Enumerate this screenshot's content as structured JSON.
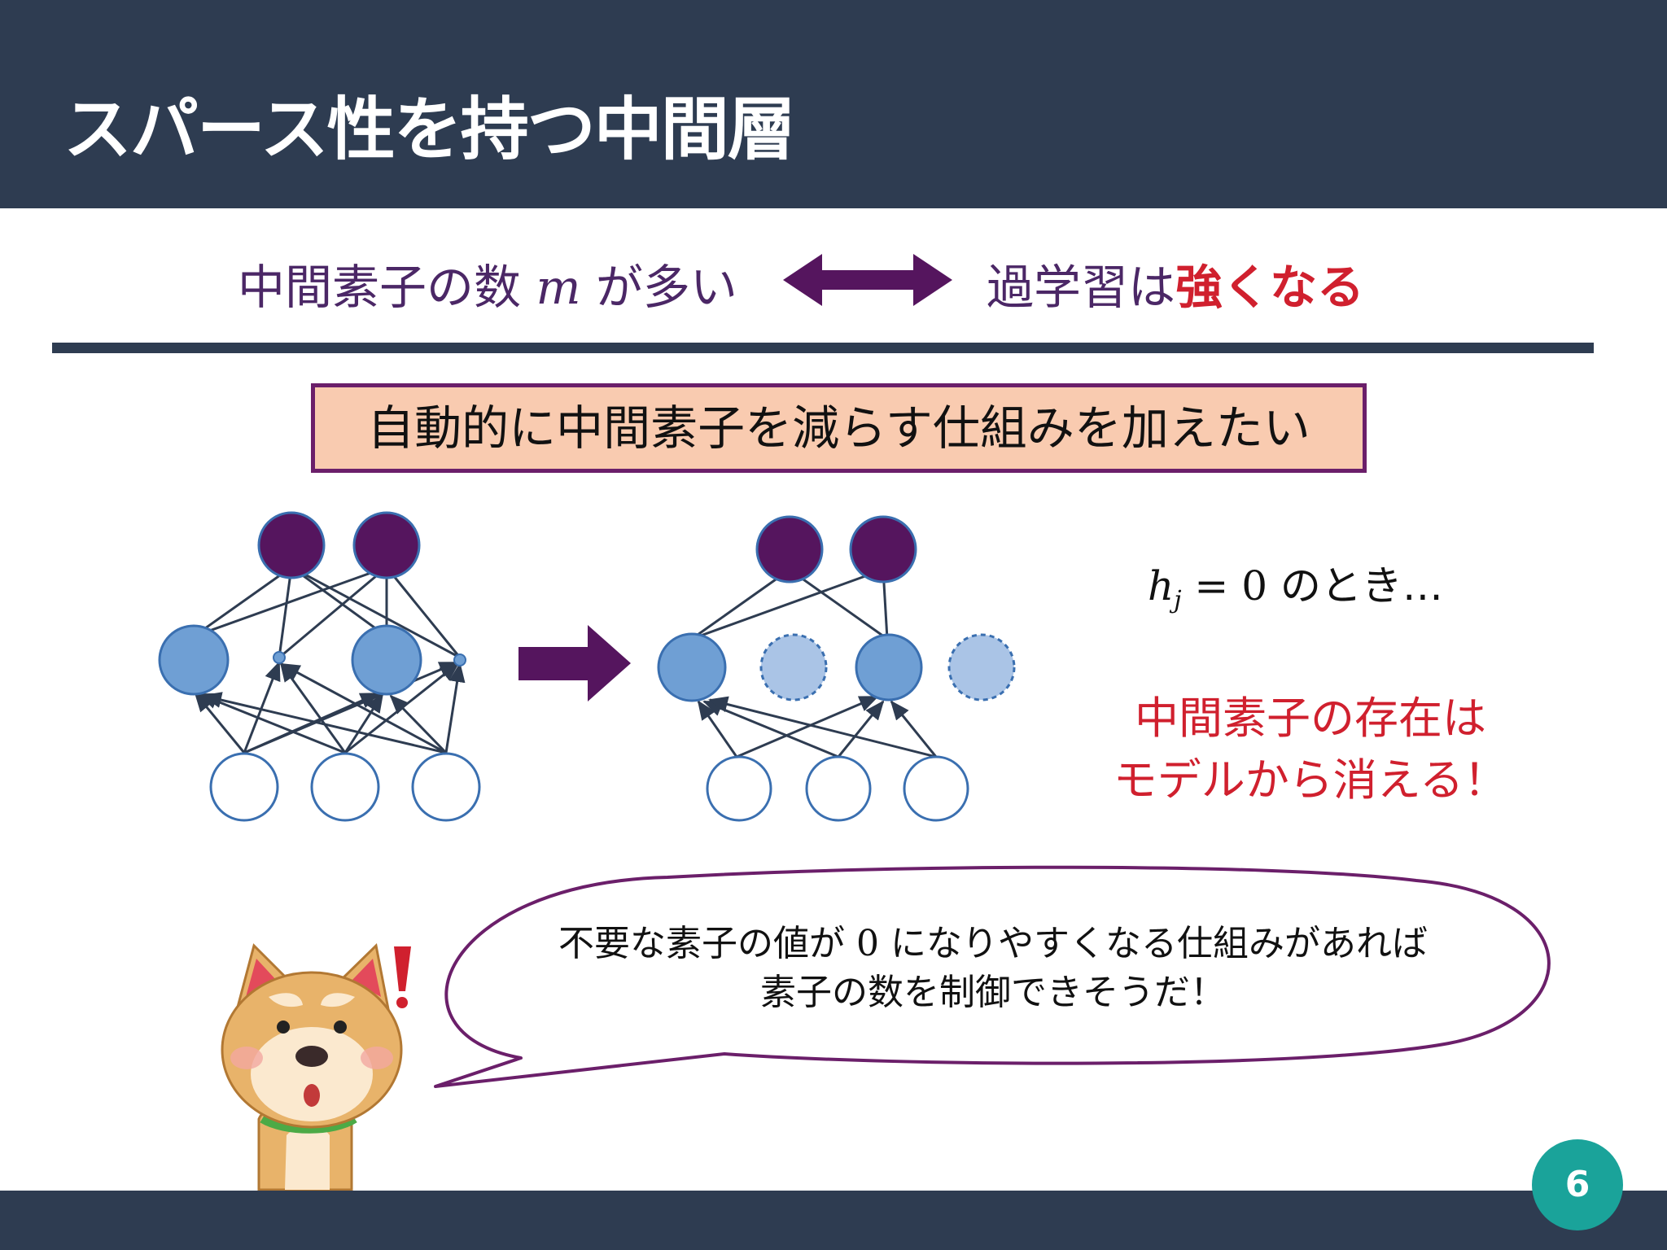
{
  "title": "スパース性を持つ中間層",
  "page_number": "6",
  "colors": {
    "header_bg": "#2e3c51",
    "purple": "#4b2766",
    "red": "#d0202e",
    "box_fill": "#f9cbb0",
    "hidden_node": "#6f9fd4",
    "output_node": "#55155e"
  },
  "relation": {
    "left_prefix": "中間素子の数 ",
    "left_var": "m",
    "left_suffix": " が多い",
    "arrow_icon": "double-headed-arrow",
    "right_prefix": "過学習は",
    "right_emphasis": "強くなる"
  },
  "goal": "自動的に中間素子を減らす仕組みを加えたい",
  "condition": {
    "var": "h",
    "sub": "j",
    "eq": " = 0",
    "suffix": " のとき…"
  },
  "result": {
    "line1": "中間素子の存在は",
    "line2": "モデルから消える！"
  },
  "speech": {
    "line1_prefix": "不要な素子の値が ",
    "line1_zero": "0",
    "line1_suffix": " になりやすくなる仕組みがあれば",
    "line2": "素子の数を制御できそうだ！"
  },
  "illustration": {
    "character": "shiba-dog-surprised",
    "exclamation_icon": "exclamation-icon"
  }
}
